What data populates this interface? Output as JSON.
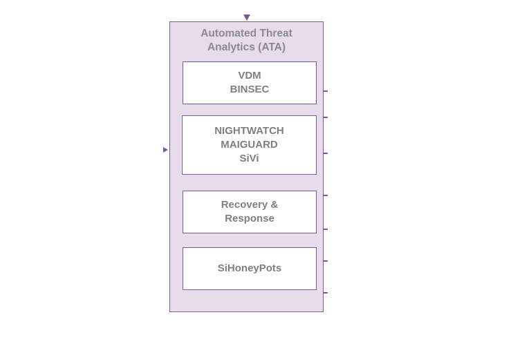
{
  "diagram": {
    "container": {
      "title": "Automated Threat\nAnalytics (ATA)"
    },
    "modules": [
      {
        "lines": [
          "VDM",
          "BINSEC"
        ]
      },
      {
        "lines": [
          "NIGHTWATCH",
          "MAIGUARD",
          "SiVi"
        ]
      },
      {
        "lines": [
          "Recovery &",
          "Response"
        ]
      },
      {
        "lines": [
          "SiHoneyPots"
        ]
      }
    ],
    "colors": {
      "container_fill": "#e6dcec",
      "border": "#7a5a96",
      "text": "#7f7f7f",
      "module_fill": "#ffffff"
    }
  }
}
